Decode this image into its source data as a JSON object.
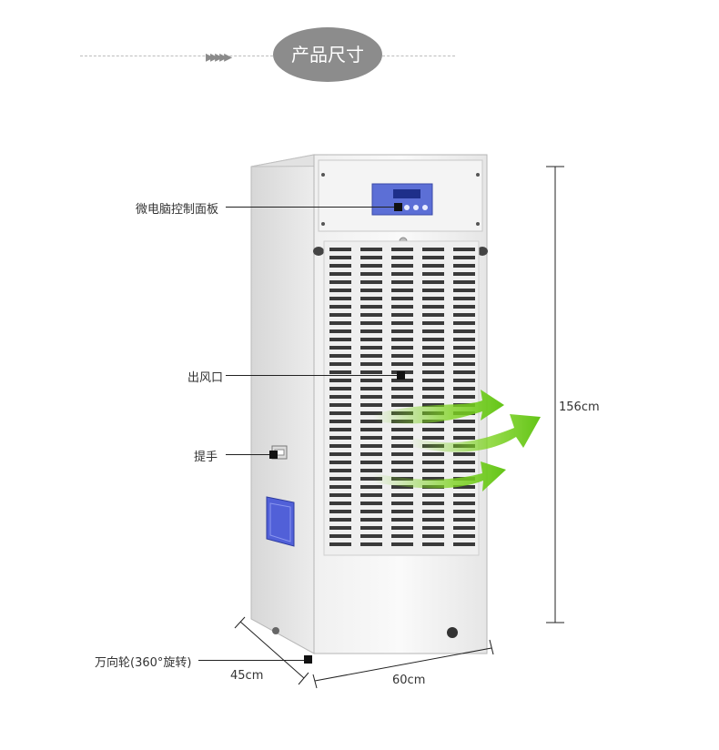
{
  "header": {
    "title": "产品尺寸"
  },
  "callouts": {
    "control_panel": "微电脑控制面板",
    "air_outlet": "出风口",
    "handle": "提手",
    "caster": "万向轮(360°旋转)"
  },
  "dimensions": {
    "height": "156cm",
    "width": "60cm",
    "depth": "45cm"
  },
  "colors": {
    "title_pill": "#8c8c8c",
    "arrows": "#7ed321",
    "panel_blue": "#5c6fd6"
  }
}
